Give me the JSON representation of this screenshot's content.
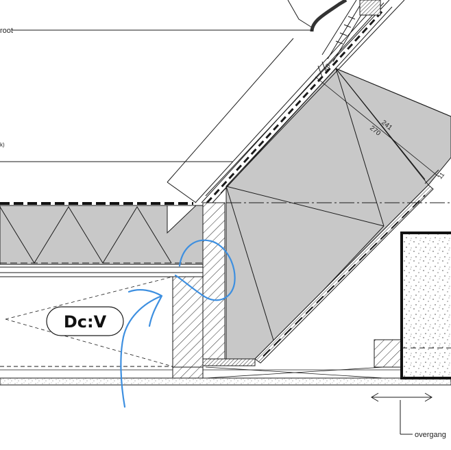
{
  "labels": {
    "root": "root",
    "k": "k)",
    "overgang": "overgang",
    "dim_241": "241",
    "dim_270": "270",
    "dim_11": "11",
    "dim_18": "18"
  },
  "annotation": {
    "tag_text": "Dc:V",
    "marker_color": "#3d8fe0"
  },
  "colors": {
    "line": "#1a1a1a",
    "insulation_fill": "#c8c8c8",
    "background": "#ffffff"
  }
}
